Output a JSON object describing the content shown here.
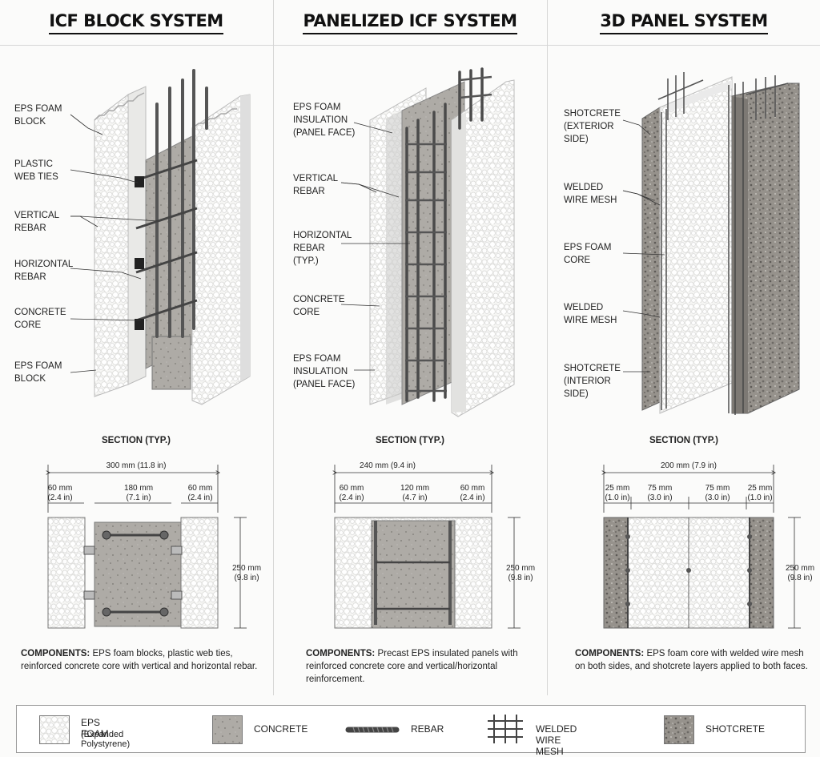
{
  "columns": [
    {
      "title": "ICF BLOCK SYSTEM",
      "callouts": [
        "EPS FOAM\nBLOCK",
        "PLASTIC\nWEB TIES",
        "VERTICAL\nREBAR",
        "HORIZONTAL\nREBAR",
        "CONCRETE\nCORE",
        "EPS FOAM\nBLOCK"
      ],
      "section_title": "SECTION (TYP.)",
      "total_dim": "300 mm (11.8 in)",
      "part_dims": [
        "60 mm\n(2.4 in)",
        "180 mm\n(7.1 in)",
        "60 mm\n(2.4 in)"
      ],
      "height_dim": "250 mm\n(9.8 in)",
      "components_label": "COMPONENTS:",
      "components_text": "EPS foam blocks, plastic web ties, reinforced concrete core with vertical and horizontal rebar."
    },
    {
      "title": "PANELIZED ICF SYSTEM",
      "callouts": [
        "EPS FOAM\nINSULATION\n(PANEL FACE)",
        "VERTICAL\nREBAR",
        "HORIZONTAL\nREBAR\n(TYP.)",
        "CONCRETE\nCORE",
        "EPS FOAM\nINSULATION\n(PANEL FACE)"
      ],
      "section_title": "SECTION (TYP.)",
      "total_dim": "240 mm (9.4 in)",
      "part_dims": [
        "60 mm\n(2.4 in)",
        "120 mm\n(4.7 in)",
        "60 mm\n(2.4 in)"
      ],
      "height_dim": "250 mm\n(9.8 in)",
      "components_label": "COMPONENTS:",
      "components_text": "Precast EPS insulated panels with reinforced concrete core and vertical/horizontal reinforcement."
    },
    {
      "title": "3D PANEL SYSTEM",
      "callouts": [
        "SHOTCRETE\n(EXTERIOR\nSIDE)",
        "WELDED\nWIRE MESH",
        "EPS FOAM\nCORE",
        "WELDED\nWIRE MESH",
        "SHOTCRETE\n(INTERIOR\nSIDE)"
      ],
      "section_title": "SECTION (TYP.)",
      "total_dim": "200 mm (7.9 in)",
      "part_dims": [
        "25 mm\n(1.0 in)",
        "75 mm\n(3.0 in)",
        "75 mm\n(3.0 in)",
        "25 mm\n(1.0 in)"
      ],
      "height_dim": "250 mm\n(9.8 in)",
      "components_label": "COMPONENTS:",
      "components_text": "EPS foam core with welded wire mesh on both sides, and shotcrete layers applied to both faces."
    }
  ],
  "legend": [
    {
      "label": "EPS FOAM",
      "sublabel": "(Expanded Polystyrene)",
      "icon": "eps-foam-swatch"
    },
    {
      "label": "CONCRETE",
      "icon": "concrete-swatch"
    },
    {
      "label": "REBAR",
      "icon": "rebar-icon"
    },
    {
      "label": "WELDED WIRE MESH",
      "icon": "welded-wire-mesh-icon"
    },
    {
      "label": "SHOTCRETE",
      "icon": "shotcrete-swatch"
    }
  ],
  "colors": {
    "foam": "#f4f4f2",
    "concrete": "#a9a6a1",
    "rebar": "#4a4a4a",
    "shotcrete": "#8e8a84",
    "line": "#333333"
  }
}
